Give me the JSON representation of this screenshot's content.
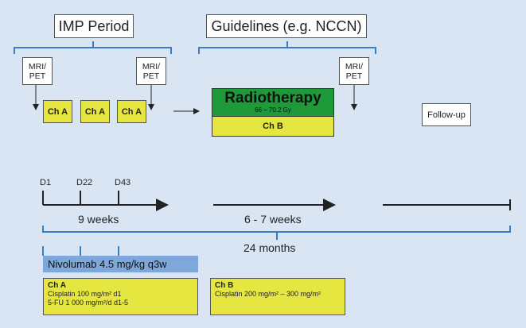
{
  "headers": {
    "imp_period": "IMP Period",
    "guidelines": "Guidelines (e.g. NCCN)"
  },
  "imaging": {
    "line1": "MRI/",
    "line2": "PET"
  },
  "chemo_cycle_label": "Ch A",
  "radiotherapy": {
    "title": "Radiotherapy",
    "dose": "66 – 70.2 Gy",
    "chemo": "Ch B"
  },
  "follow_up": "Follow-up",
  "timeline": {
    "day_labels": [
      "D1",
      "D22",
      "D43"
    ],
    "duration_1": "9 weeks",
    "duration_2": "6 - 7 weeks",
    "total": "24 months"
  },
  "nivolumab": "Nivolumab 4.5 mg/kg q3w",
  "ch_a_box": {
    "title": "Ch A",
    "line1": "Cisplatin 100 mg/m² d1",
    "line2": "5-FU 1 000 mg/m²/d d1-5"
  },
  "ch_b_box": {
    "title": "Ch B",
    "line1": "Cisplatin 200 mg/m² – 300 mg/m²"
  },
  "colors": {
    "background": "#d9e5f3",
    "bracket": "#3b7dc4",
    "chemo_yellow": "#e5e640",
    "radiotherapy_green": "#1f9a3a",
    "nivolumab_blue": "#7ea7da"
  }
}
